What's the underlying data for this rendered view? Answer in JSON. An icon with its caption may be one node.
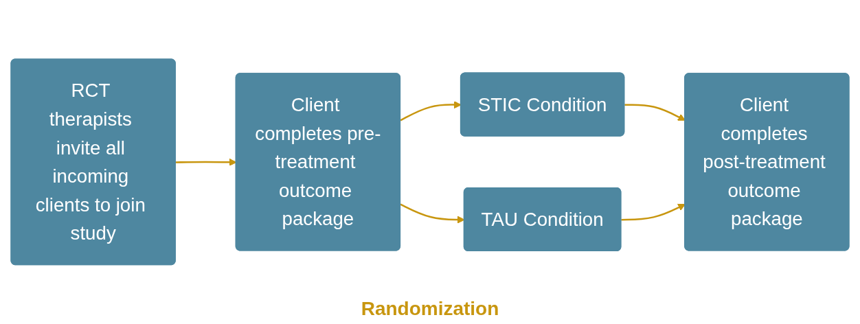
{
  "diagram": {
    "nodes": [
      {
        "text": [
          "RCT therapists invite all incoming clients to join study"
        ]
      },
      {
        "text": [
          "Client completes pre-treatment outcome package"
        ]
      },
      {
        "text": [
          "STIC Condition"
        ]
      },
      {
        "text": [
          "TAU Condition"
        ]
      },
      {
        "text": [
          "Client completes post-treatment outcome package"
        ]
      }
    ],
    "edges": [
      {
        "from": 0,
        "to": 1,
        "arrow": "to"
      },
      {
        "from": 1,
        "to": 2,
        "arrow": "to"
      },
      {
        "from": 1,
        "to": 3,
        "arrow": "to"
      },
      {
        "from": 2,
        "to": 4,
        "arrow": "to"
      },
      {
        "from": 3,
        "to": 4,
        "arrow": "to"
      }
    ],
    "labels": [
      "Randomization"
    ]
  }
}
